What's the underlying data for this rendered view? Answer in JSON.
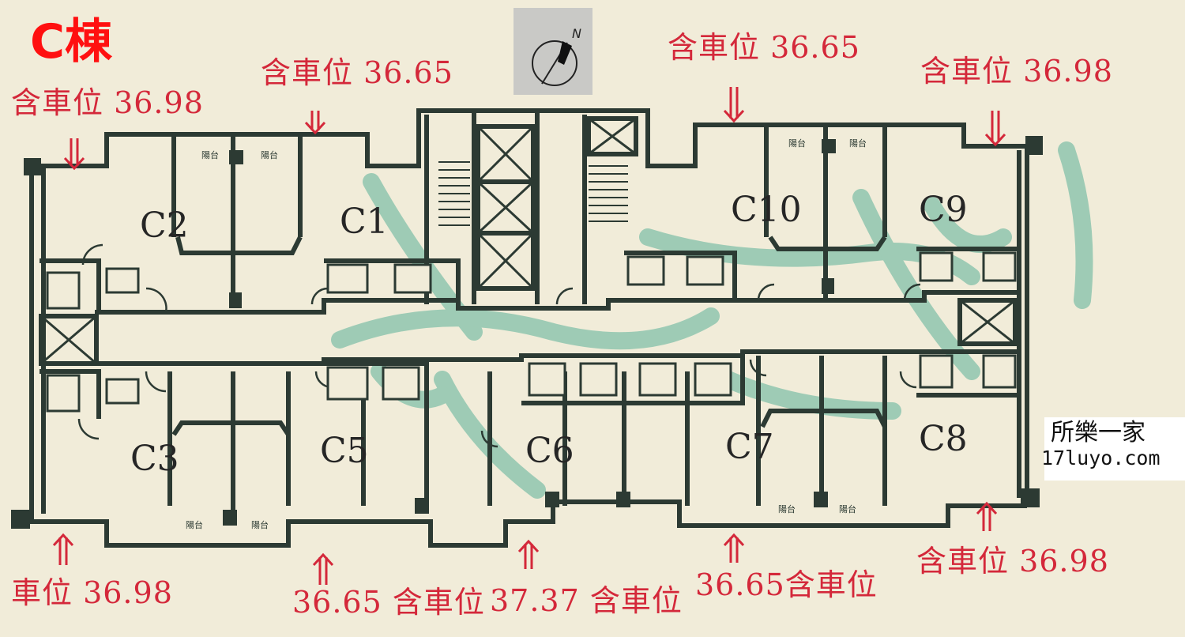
{
  "building_title": "C棟",
  "compass_label": "N",
  "units": [
    "C1",
    "C2",
    "C3",
    "C5",
    "C6",
    "C7",
    "C8",
    "C9",
    "C10"
  ],
  "balcony_labels": [
    "陽台",
    "陽台",
    "陽台",
    "陽台",
    "陽台",
    "陽台",
    "陽台",
    "陽台"
  ],
  "annotations": [
    {
      "text": "含車位 36.98"
    },
    {
      "text": "含車位 36.65"
    },
    {
      "text": "含車位 36.65"
    },
    {
      "text": "含車位 36.98"
    },
    {
      "text": "車位 36.98"
    },
    {
      "text": "36.65 含車位"
    },
    {
      "text": "37.37 含車位"
    },
    {
      "text": "36.65含車位"
    },
    {
      "text": "含車位 36.98"
    }
  ],
  "watermark": {
    "name": "所樂一家",
    "url": "17luyo.com"
  },
  "colors": {
    "wall": "#2c3a33",
    "ink_red": "#d4283a",
    "title_red": "#ff1010",
    "marker_green": "#3aa58a",
    "paper": "#f1ecd9"
  }
}
